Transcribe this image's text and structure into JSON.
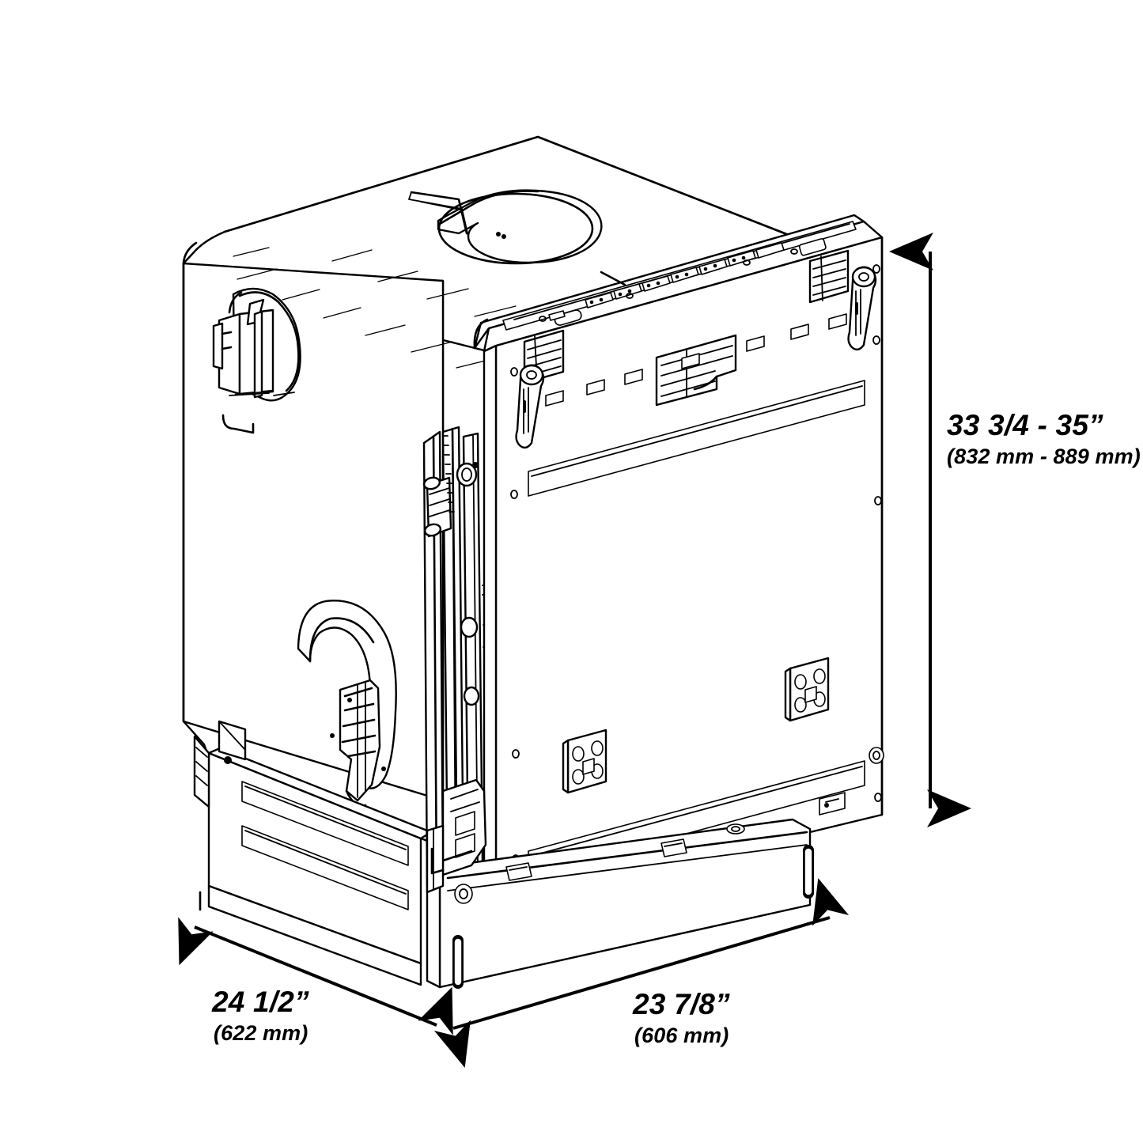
{
  "drawing": {
    "type": "technical-line-drawing",
    "subject": "built-in dishwasher, rear three-quarter isometric view",
    "background_color": "#ffffff",
    "line_color": "#000000",
    "view": "isometric"
  },
  "dimensions": {
    "height": {
      "name": "overall-height",
      "primary": "33 3/4 - 35”",
      "secondary": "(832 mm - 889 mm)",
      "orientation": "vertical",
      "arrow": "double-headed"
    },
    "depth": {
      "name": "overall-depth",
      "primary": "24 1/2”",
      "secondary": "(622 mm)",
      "orientation": "diagonal-left",
      "arrow": "double-headed"
    },
    "width": {
      "name": "overall-width",
      "primary": "23 7/8”",
      "secondary": "(606 mm)",
      "orientation": "diagonal-right",
      "arrow": "double-headed"
    }
  },
  "features": {
    "top_cutout": "keyhole-shaped opening in top panel",
    "side_bracket": "hose retainer clip on left side panel",
    "control_panel": "top-edge control strip with button row",
    "door_adjust_slots": 2,
    "mounting_plates": 2,
    "vents": "louvered vents at upper door corners",
    "base_panel": "rear base panel with two horizontal recesses",
    "toe_kick": "lower toe kick with vertical slot"
  }
}
